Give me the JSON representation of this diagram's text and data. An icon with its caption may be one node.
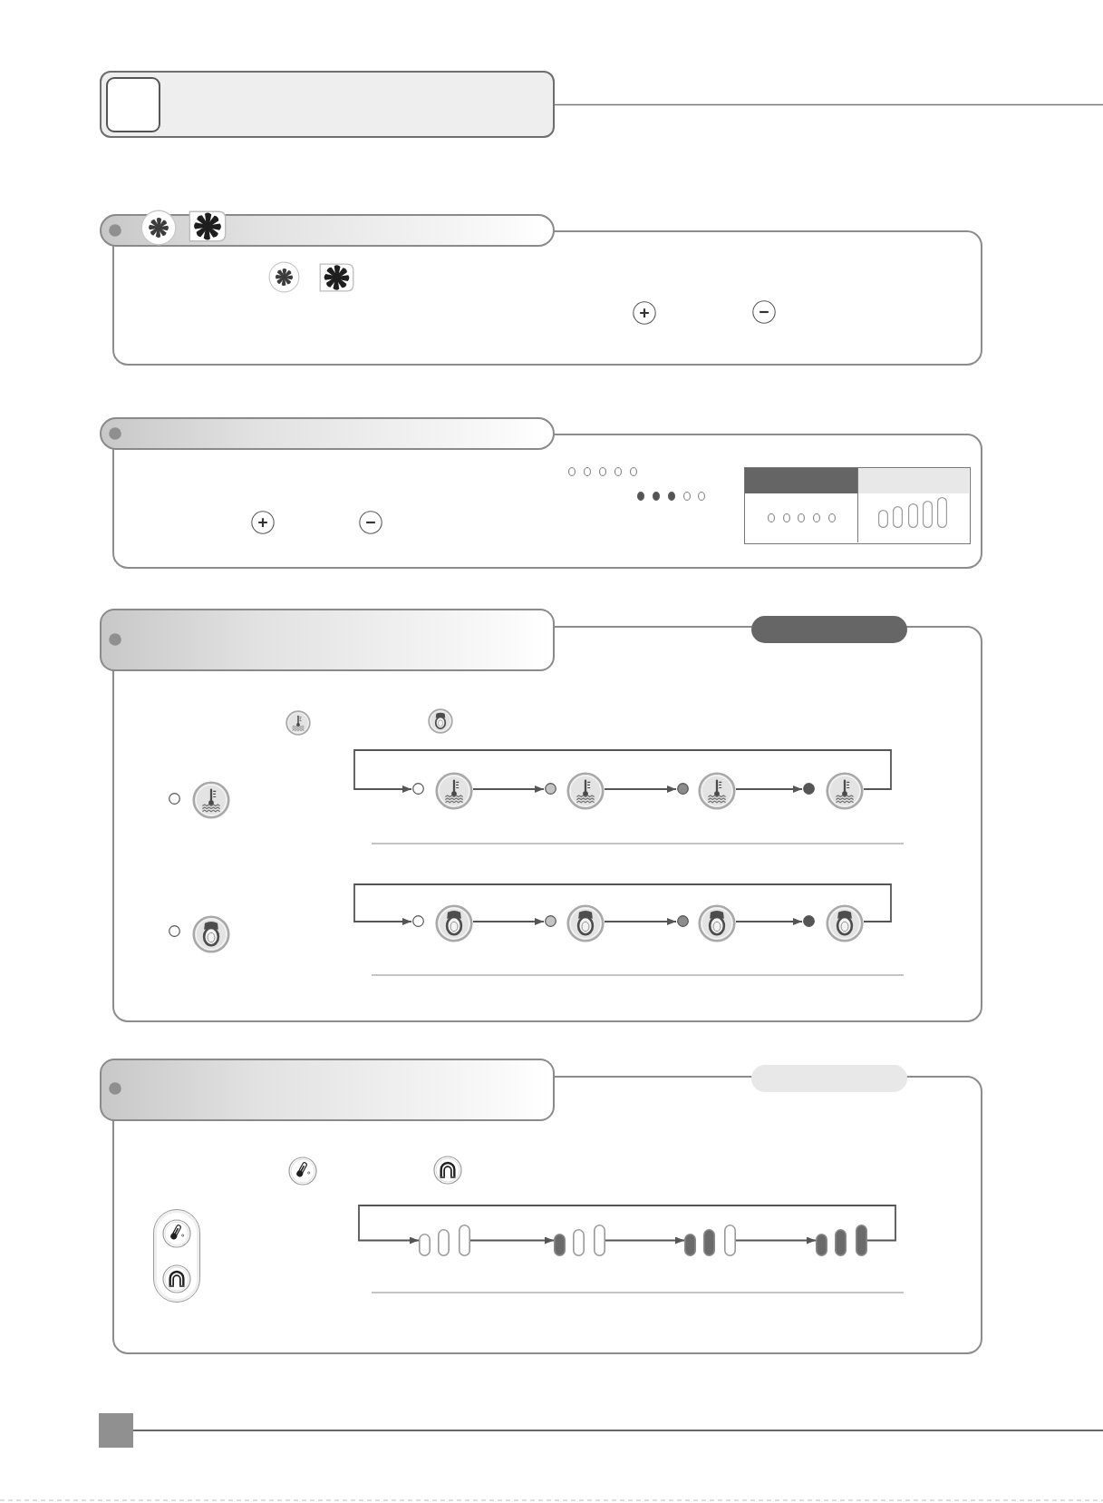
{
  "diagram": {
    "nodes": [
      {
        "text": [],
        "shape": "box"
      },
      {
        "text": [],
        "shape": "box"
      },
      {
        "text": [],
        "shape": "box"
      },
      {
        "text": [],
        "shape": "box"
      },
      {
        "text": [],
        "shape": "picture",
        "in": 2
      },
      {
        "text": [],
        "shape": "picture",
        "in": 2
      },
      {
        "text": [],
        "shape": "picture",
        "in": 2
      },
      {
        "text": [],
        "shape": "picture",
        "in": 2
      },
      {
        "text": [],
        "shape": "picture",
        "in": 2
      },
      {
        "text": [],
        "shape": "picture",
        "in": 2
      },
      {
        "text": [],
        "shape": "picture",
        "in": 2
      },
      {
        "text": [],
        "shape": "picture",
        "in": 2
      },
      {
        "text": [],
        "shape": "box"
      },
      {
        "text": [],
        "shape": "box"
      },
      {
        "text": [],
        "shape": "bar",
        "in": 12
      },
      {
        "text": [],
        "shape": "bar",
        "in": 12
      },
      {
        "text": [],
        "shape": "bar",
        "in": 12
      },
      {
        "text": [],
        "shape": "bar",
        "in": 12
      }
    ],
    "edges": [
      {
        "from": 4,
        "to": 5,
        "arrow": "to"
      },
      {
        "from": 5,
        "to": 6,
        "arrow": "to"
      },
      {
        "from": 6,
        "to": 7,
        "arrow": "to"
      },
      {
        "from": 7,
        "to": 4,
        "arrow": "to"
      },
      {
        "from": 8,
        "to": 9,
        "arrow": "to"
      },
      {
        "from": 9,
        "to": 10,
        "arrow": "to"
      },
      {
        "from": 10,
        "to": 11,
        "arrow": "to"
      },
      {
        "from": 11,
        "to": 8,
        "arrow": "to"
      },
      {
        "from": 14,
        "to": 15,
        "arrow": "to"
      },
      {
        "from": 15,
        "to": 16,
        "arrow": "to"
      },
      {
        "from": 16,
        "to": 17,
        "arrow": "to"
      },
      {
        "from": 17,
        "to": 14,
        "arrow": "to"
      }
    ]
  }
}
